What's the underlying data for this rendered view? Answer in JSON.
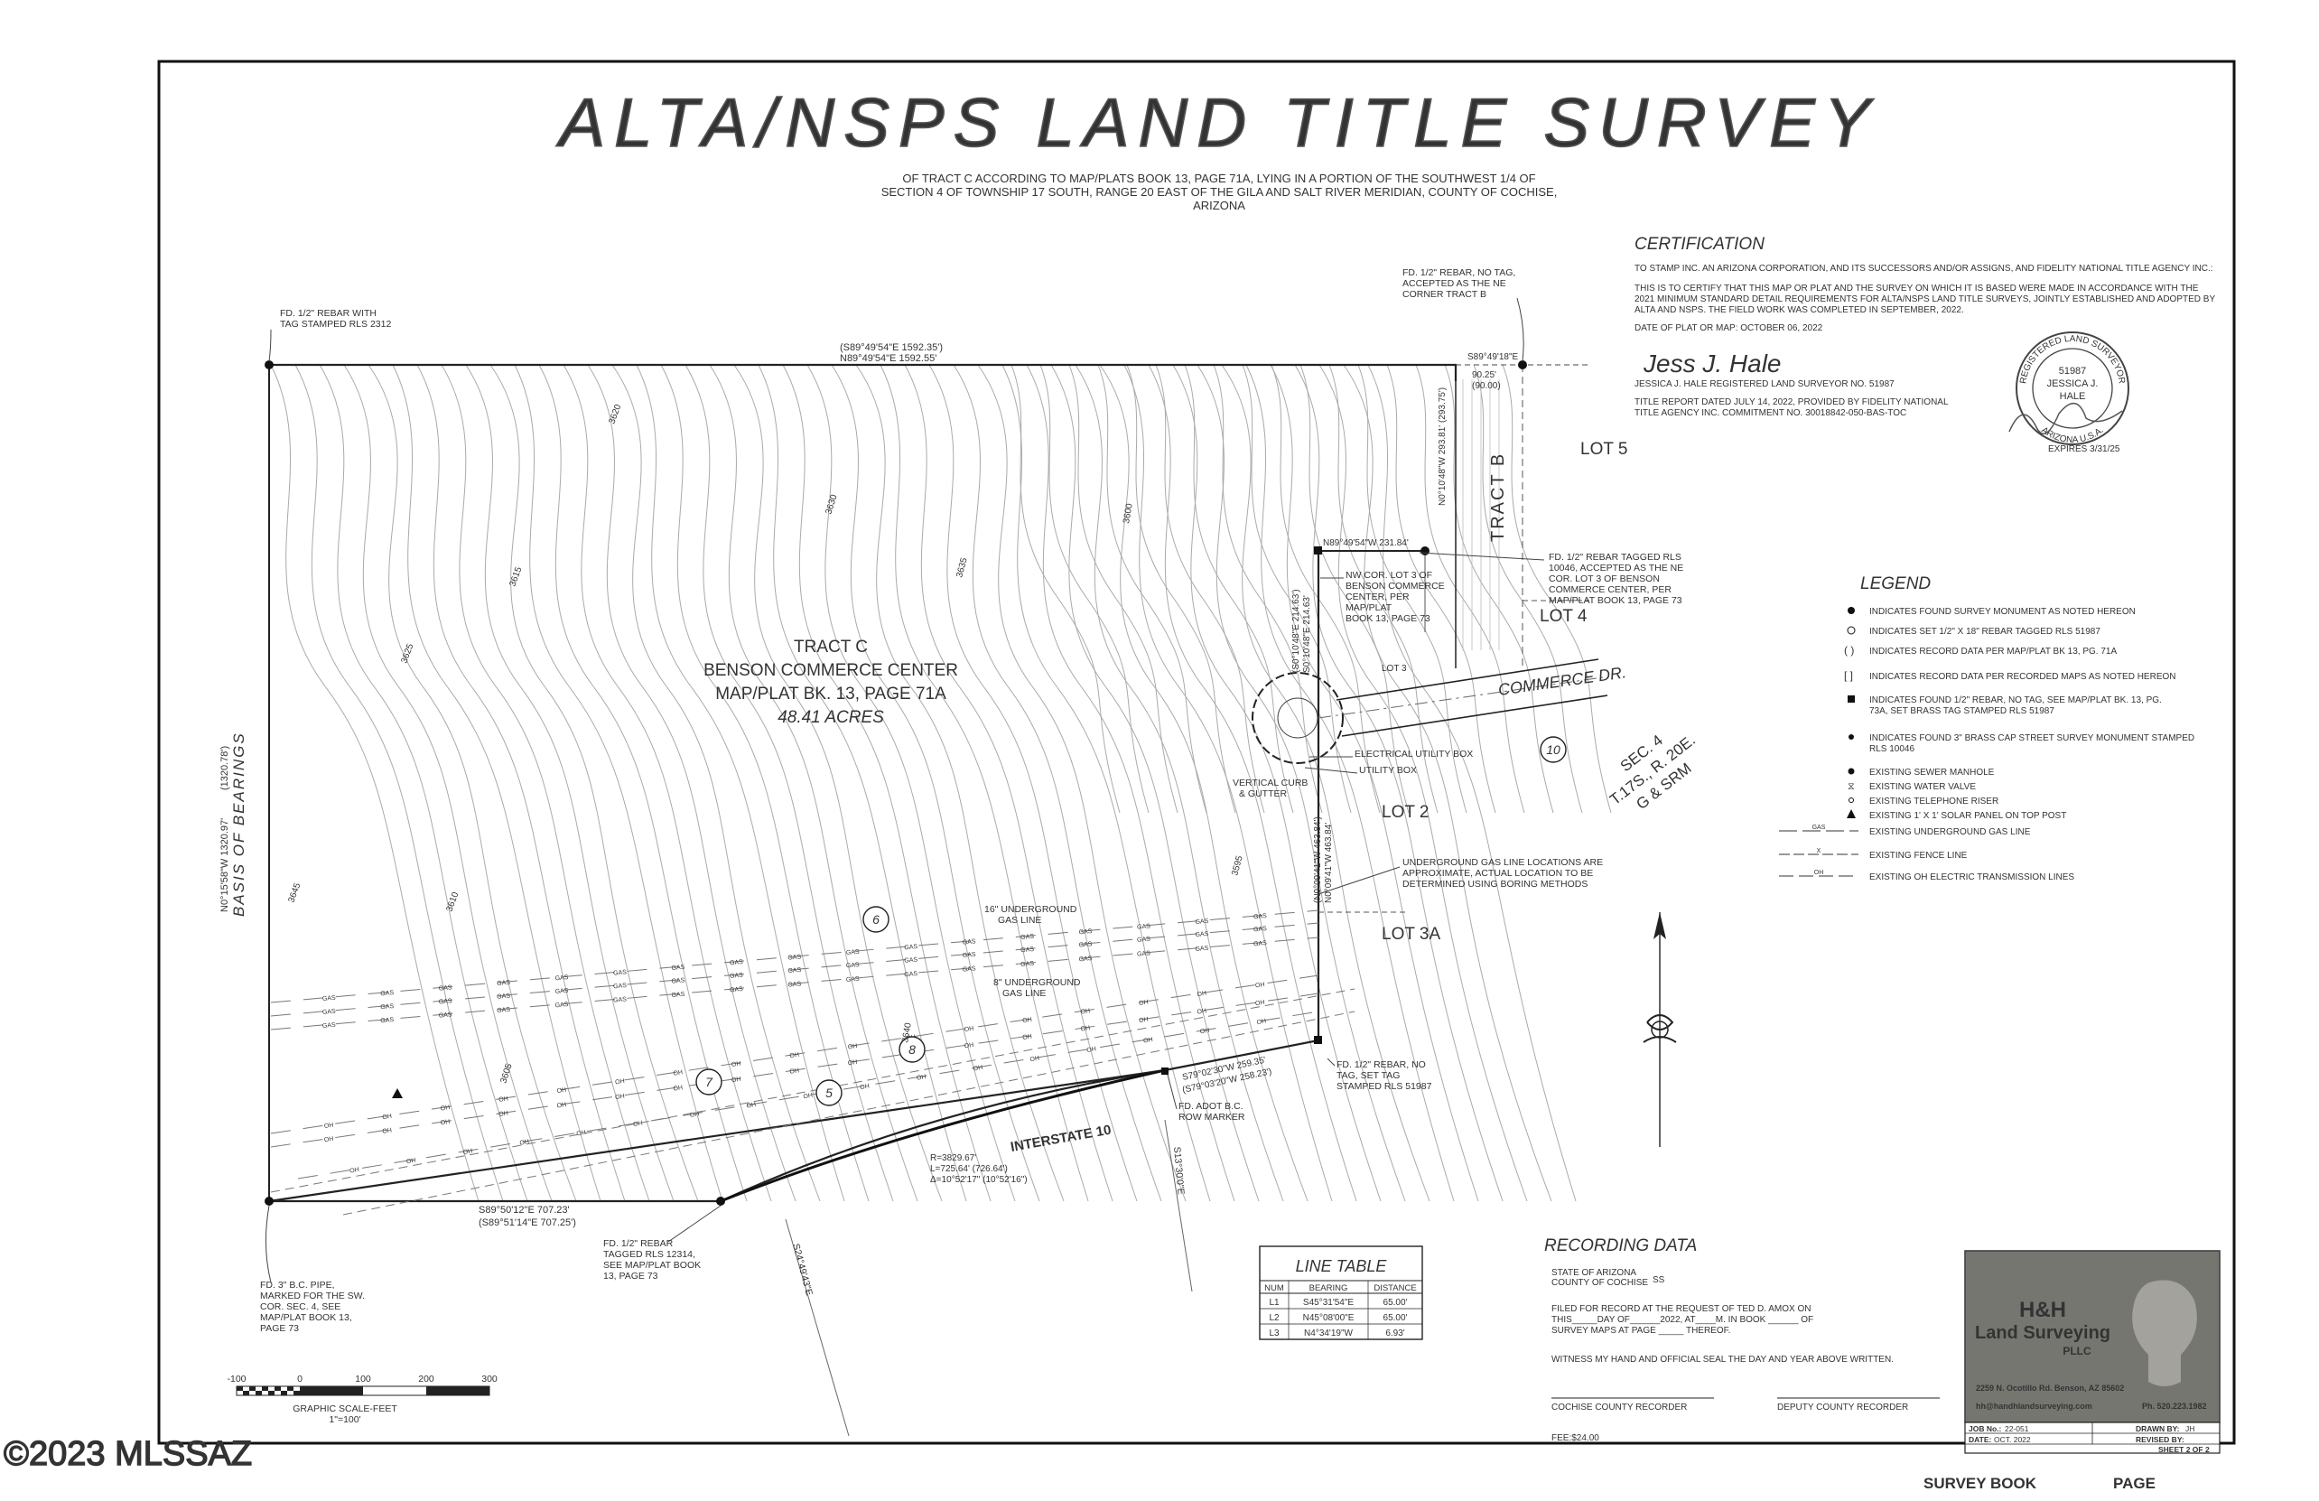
{
  "title": "ALTA/NSPS LAND TITLE SURVEY",
  "subtitle": [
    "OF TRACT C ACCORDING TO MAP/PLATS BOOK 13, PAGE 71A, LYING IN A PORTION OF THE SOUTHWEST 1/4 OF",
    "SECTION 4 OF TOWNSHIP 17 SOUTH, RANGE 20 EAST OF THE GILA AND SALT RIVER MERIDIAN, COUNTY OF COCHISE,",
    "ARIZONA"
  ],
  "certification": {
    "heading": "CERTIFICATION",
    "to_line": "TO STAMP INC. AN ARIZONA CORPORATION, AND ITS SUCCESSORS AND/OR ASSIGNS, AND FIDELITY NATIONAL TITLE AGENCY INC.:",
    "body": [
      "THIS IS TO CERTIFY THAT THIS MAP OR PLAT AND THE SURVEY ON WHICH IT IS BASED WERE MADE IN ACCORDANCE WITH THE",
      "2021 MINIMUM STANDARD DETAIL REQUIREMENTS FOR ALTA/NSPS LAND TITLE SURVEYS, JOINTLY ESTABLISHED AND ADOPTED BY",
      "ALTA AND NSPS. THE FIELD WORK WAS COMPLETED IN SEPTEMBER, 2022."
    ],
    "date_line": "DATE OF PLAT OR MAP:  OCTOBER 06, 2022",
    "signature": "Jess J. Hale",
    "surveyor": "JESSICA J. HALE REGISTERED LAND SURVEYOR NO. 51987",
    "title_report": [
      "TITLE REPORT DATED JULY 14, 2022, PROVIDED BY FIDELITY NATIONAL",
      "TITLE AGENCY INC. COMMITMENT NO. 30018842-050-BAS-TOC"
    ],
    "seal": {
      "ring_top": "REGISTERED LAND SURVEYOR",
      "ring_bottom": "ARIZONA U.S.A.",
      "number": "51987",
      "name1": "JESSICA J.",
      "name2": "HALE",
      "expires": "EXPIRES 3/31/25"
    }
  },
  "legend": {
    "heading": "LEGEND",
    "items": [
      {
        "symbol": "filled-circle",
        "text": "INDICATES FOUND SURVEY MONUMENT AS NOTED HEREON"
      },
      {
        "symbol": "open-circle",
        "text": "INDICATES SET 1/2\" X 18\" REBAR TAGGED RLS 51987"
      },
      {
        "symbol": "parens",
        "text": "INDICATES RECORD DATA PER MAP/PLAT BK 13, PG. 71A"
      },
      {
        "symbol": "brackets",
        "text": "INDICATES RECORD DATA PER RECORDED MAPS AS NOTED HEREON"
      },
      {
        "symbol": "filled-square",
        "text": "INDICATES FOUND 1/2\" REBAR, NO TAG, SEE MAP/PLAT BK. 13, PG. 73A, SET BRASS TAG STAMPED RLS 51987"
      },
      {
        "symbol": "dot",
        "text": "INDICATES FOUND 3\" BRASS CAP STREET SURVEY MONUMENT STAMPED RLS 10046"
      },
      {
        "symbol": "manhole",
        "text": "EXISTING SEWER MANHOLE"
      },
      {
        "symbol": "valve",
        "text": "EXISTING WATER VALVE"
      },
      {
        "symbol": "riser",
        "text": "EXISTING TELEPHONE RISER"
      },
      {
        "symbol": "triangle",
        "text": "EXISTING 1' X 1' SOLAR PANEL ON TOP POST"
      },
      {
        "symbol": "gas-line",
        "text": "EXISTING UNDERGROUND GAS LINE",
        "line_label": "GAS"
      },
      {
        "symbol": "fence-line",
        "text": "EXISTING FENCE LINE",
        "line_label": "X"
      },
      {
        "symbol": "oh-line",
        "text": "EXISTING OH ELECTRIC TRANSMISSION LINES",
        "line_label": "OH"
      }
    ]
  },
  "map": {
    "tract_name": "TRACT C",
    "tract_lines": [
      "BENSON COMMERCE CENTER",
      "MAP/PLAT BK. 13, PAGE 71A"
    ],
    "acres": "48.41 ACRES",
    "basis": "BASIS OF BEARINGS",
    "north_bearing": "N89°49'54\"E  1592.55'",
    "north_bearing_rec": "(S89°49'54\"E  1592.35')",
    "west_bearing": "N0°15'58\"W  1320.97'",
    "west_bearing_rec": "(1320.78')",
    "south_bearing": "S89°50'12\"E  707.23'",
    "south_bearing_rec": "(S89°51'14\"E  707.25')",
    "tract_b": "TRACT B",
    "tract_b_bearing": "N0°10'48\"W  293.81' (293.75')",
    "tract_b_top": "S89°49'18\"E",
    "tract_b_dims": [
      "90.25'",
      "(90.00)"
    ],
    "lot3_bearing": "N89°49'54\"W  231.84'",
    "lot3_east": "S0°10'48\"E 214.63'",
    "lot3_east_rec": "(S0°10'48\"E 214.63')",
    "east_bearing": "N0°09'41\"W  463.84'",
    "east_bearing_rec": "(N0°09'41\"W 463.84')",
    "i10_bearing": "S79°02'30\"W  259.35'",
    "i10_bearing_rec": "(S79°03'20\"W  258.23')",
    "curve": [
      "R=3829.67'",
      "L=725.64' (726.64')",
      "Δ=10°52'17\" (10°52'16\")"
    ],
    "lots": [
      "LOT 5",
      "LOT 4",
      "LOT 3",
      "LOT 2",
      "LOT 3A"
    ],
    "street": "COMMERCE  DR.",
    "interstate": "INTERSTATE 10",
    "section": [
      "SEC. 4",
      "T.17S., R. 20E.",
      "G & SRM"
    ],
    "notes": {
      "nw_monument": [
        "FD. 1/2\" REBAR WITH",
        "TAG STAMPED RLS 2312"
      ],
      "ne_tract_b": [
        "FD. 1/2\" REBAR, NO TAG,",
        "ACCEPTED AS THE NE",
        "CORNER TRACT B"
      ],
      "lot3_nw": [
        "NW COR. LOT 3 OF",
        "BENSON COMMERCE",
        "CENTER, PER",
        "MAP/PLAT",
        "BOOK 13, PAGE 73"
      ],
      "lot3_ne": [
        "FD. 1/2\" REBAR TAGGED RLS",
        "10046, ACCEPTED AS THE NE",
        "COR. LOT 3 OF BENSON",
        "COMMERCE CENTER, PER",
        "MAP/PLAT BOOK 13, PAGE 73"
      ],
      "electrical": "ELECTRICAL UTILITY BOX",
      "utility": "UTILITY BOX",
      "curb": [
        "VERTICAL CURB",
        "& GUTTER"
      ],
      "gas_note": [
        "UNDERGROUND GAS LINE LOCATIONS ARE",
        "APPROXIMATE, ACTUAL LOCATION TO BE",
        "DETERMINED USING BORING METHODS"
      ],
      "gas16": [
        "16\" UNDERGROUND",
        "GAS LINE"
      ],
      "gas8": [
        "8\" UNDERGROUND",
        "GAS LINE"
      ],
      "se_rebar": [
        "FD. 1/2\" REBAR, NO",
        "TAG, SET TAG",
        "STAMPED RLS 51987"
      ],
      "adot": [
        "FD. ADOT B.C.",
        "ROW MARKER"
      ],
      "south_rebar": [
        "FD. 1/2\" REBAR",
        "TAGGED RLS 12314,",
        "SEE MAP/PLAT BOOK",
        "13, PAGE 73"
      ],
      "sw_pipe": [
        "FD. 3\" B.C. PIPE,",
        "MARKED FOR THE SW.",
        "COR. SEC. 4, SEE",
        "MAP/PLAT BOOK 13,",
        "PAGE 73"
      ]
    },
    "contours": [
      "3620",
      "3615",
      "3625",
      "3630",
      "3635",
      "3640",
      "3645",
      "3610",
      "3605",
      "3600",
      "3595"
    ],
    "callouts": [
      "6",
      "7",
      "5",
      "8",
      "10"
    ],
    "side_bearings": [
      "S24°49'43\"E",
      "S13°30'0\"E"
    ]
  },
  "line_table": {
    "heading": "LINE TABLE",
    "columns": [
      "NUM",
      "BEARING",
      "DISTANCE"
    ],
    "rows": [
      [
        "L1",
        "S45°31'54\"E",
        "65.00'"
      ],
      [
        "L2",
        "N45°08'00\"E",
        "65.00'"
      ],
      [
        "L3",
        "N4°34'19\"W",
        "6.93'"
      ]
    ]
  },
  "scale": {
    "ticks": [
      "-100",
      "0",
      "100",
      "200",
      "300"
    ],
    "label": "GRAPHIC SCALE-FEET",
    "ratio": "1\"=100'"
  },
  "recording": {
    "heading": "RECORDING DATA",
    "lines": [
      "STATE OF ARIZONA",
      "COUNTY OF COCHISE",
      "FILED FOR RECORD AT THE REQUEST   OF TED D. AMOX   ON",
      "THIS_____DAY OF______2022, AT____M. IN BOOK ______ OF",
      "SURVEY MAPS AT PAGE _____ THEREOF.",
      "WITNESS MY HAND AND OFFICIAL SEAL THE DAY AND YEAR ABOVE WRITTEN."
    ],
    "ss": "SS",
    "signers": [
      "COCHISE COUNTY RECORDER",
      "DEPUTY COUNTY RECORDER"
    ],
    "fee": "FEE:$24.00"
  },
  "title_block": {
    "company1": "H&H",
    "company2": "Land Surveying",
    "company3": "PLLC",
    "address": "2259 N. Ocotillo Rd. Benson, AZ 85602",
    "contact": "hh@handhlandsurveying.com",
    "phone": "Ph. 520.223.1982",
    "job_label": "JOB No.:",
    "job": "22-051",
    "drawn_label": "DRAWN BY:",
    "drawn": "JH",
    "date_label": "DATE:",
    "date": "OCT. 2022",
    "revised_label": "REVISED BY:",
    "revised": "",
    "sheet": "SHEET 2 OF 2"
  },
  "footer": {
    "survey_book": "SURVEY BOOK",
    "page": "PAGE"
  },
  "watermark": "©2023 MLSSAZ"
}
